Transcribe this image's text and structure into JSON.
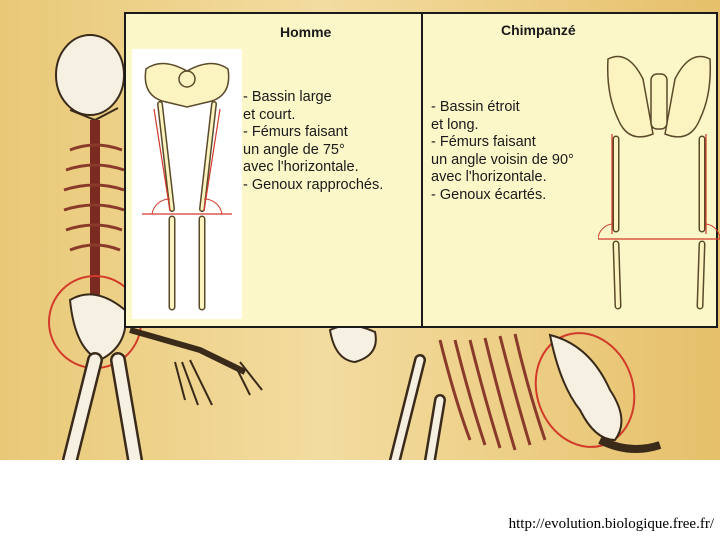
{
  "human": {
    "title": "Homme",
    "features": [
      "- Bassin large\net court.",
      "- Fémurs faisant\nun angle de 75°\navec l'horizontale.",
      "- Genoux rapprochés."
    ]
  },
  "chimp": {
    "title": "Chimpanzé",
    "features": [
      "- Bassin étroit\net long.",
      "- Fémurs faisant\nun angle voisin de 90°\navec l'horizontale.",
      "- Genoux écartés."
    ]
  },
  "source_url": "http://evolution.biologique.free.fr/",
  "colors": {
    "background_light": "#f3dca0",
    "background_dark": "#e6c06a",
    "panel": "#fbf7c9",
    "highlight_circle": "#d23a2a",
    "bone": "#f6f0e2"
  }
}
